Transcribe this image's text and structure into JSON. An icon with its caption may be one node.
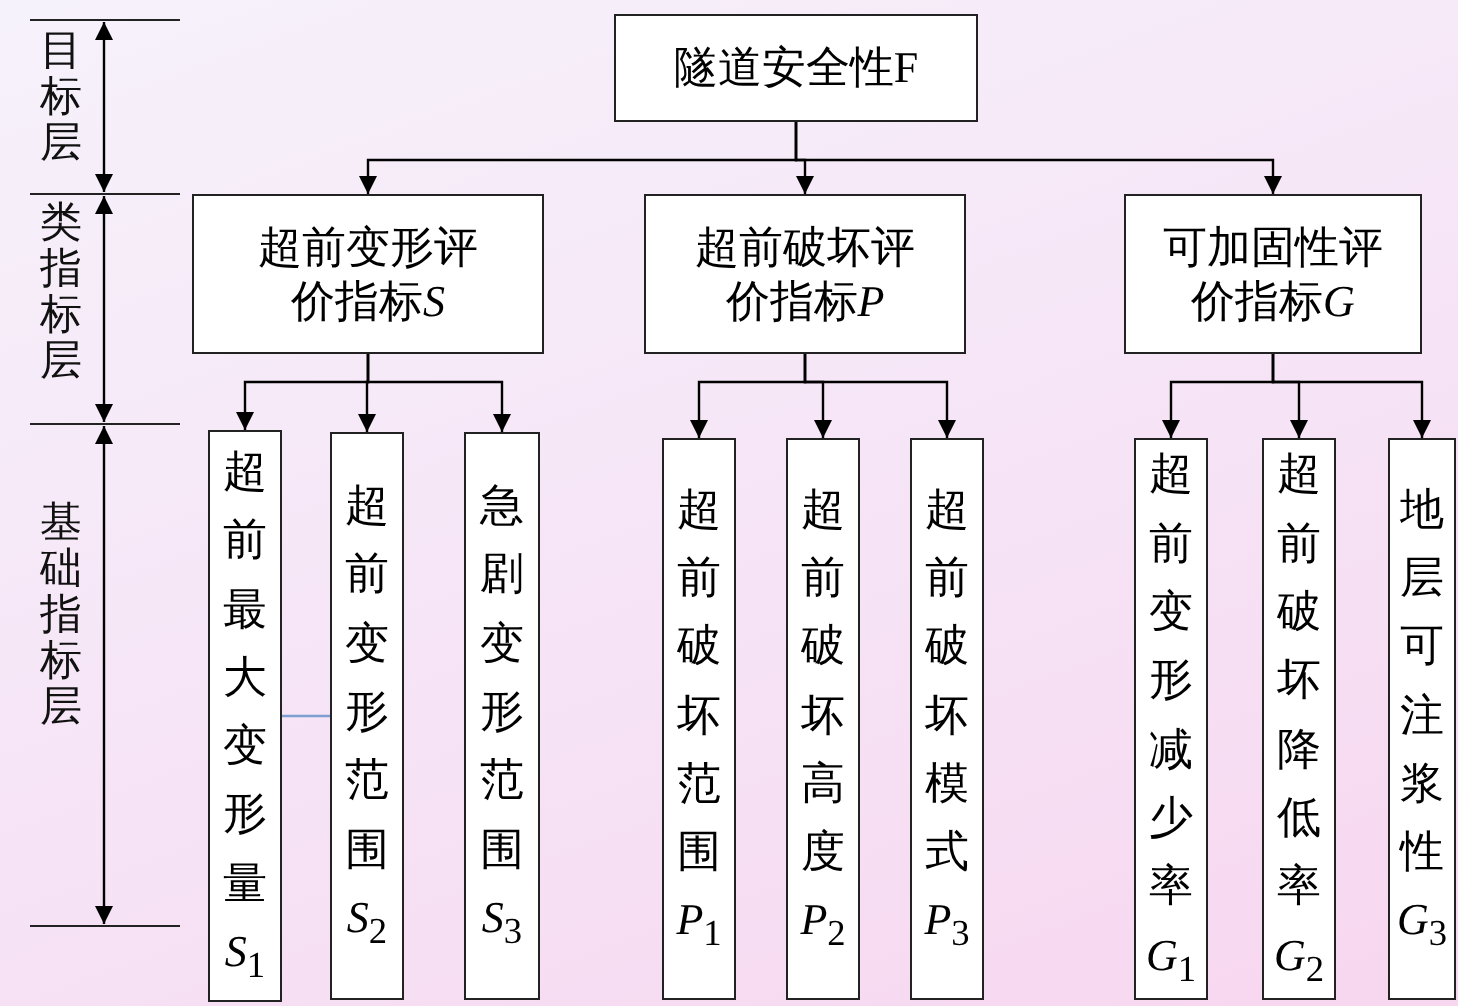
{
  "diagram": {
    "nodes": [
      {
        "text": [
          "隧道安全性F"
        ]
      },
      {
        "text": [
          "超前变形评价指标S"
        ]
      },
      {
        "text": [
          "超前破坏评价指标P"
        ]
      },
      {
        "text": [
          "可加固性评价指标G"
        ]
      },
      {
        "text": [
          "超前最大变形量S$_{1}$"
        ]
      },
      {
        "text": [
          "超前变形范围S$_{2}$"
        ]
      },
      {
        "text": [
          "急剧变形范围S$_{3}$"
        ]
      },
      {
        "text": [
          "超前破坏范围P$_{1}$"
        ]
      },
      {
        "text": [
          "超前破坏高度P$_{2}$"
        ]
      },
      {
        "text": [
          "超前破坏模式P$_{3}$"
        ]
      },
      {
        "text": [
          "超前变形减少率G$_{1}$"
        ]
      },
      {
        "text": [
          "超前破坏降低率G$_{2}$"
        ]
      },
      {
        "text": [
          "地层可注浆性G$_{3}$"
        ]
      }
    ],
    "edges": [
      {
        "from": 0,
        "to": 1,
        "arrow": "to"
      },
      {
        "from": 0,
        "to": 2,
        "arrow": "to"
      },
      {
        "from": 0,
        "to": 3,
        "arrow": "to"
      },
      {
        "from": 1,
        "to": 4,
        "arrow": "to"
      },
      {
        "from": 1,
        "to": 5,
        "arrow": "to"
      },
      {
        "from": 1,
        "to": 6,
        "arrow": "to"
      },
      {
        "from": 2,
        "to": 7,
        "arrow": "to"
      },
      {
        "from": 2,
        "to": 8,
        "arrow": "to"
      },
      {
        "from": 2,
        "to": 9,
        "arrow": "to"
      },
      {
        "from": 3,
        "to": 10,
        "arrow": "to"
      },
      {
        "from": 3,
        "to": 11,
        "arrow": "to"
      },
      {
        "from": 3,
        "to": 12,
        "arrow": "to"
      },
      {
        "from": 4,
        "to": 5,
        "arrow": "none",
        "color": "#7f9fd0"
      }
    ],
    "labels": [
      "目标层",
      "类指标层",
      "基础指标层"
    ]
  }
}
